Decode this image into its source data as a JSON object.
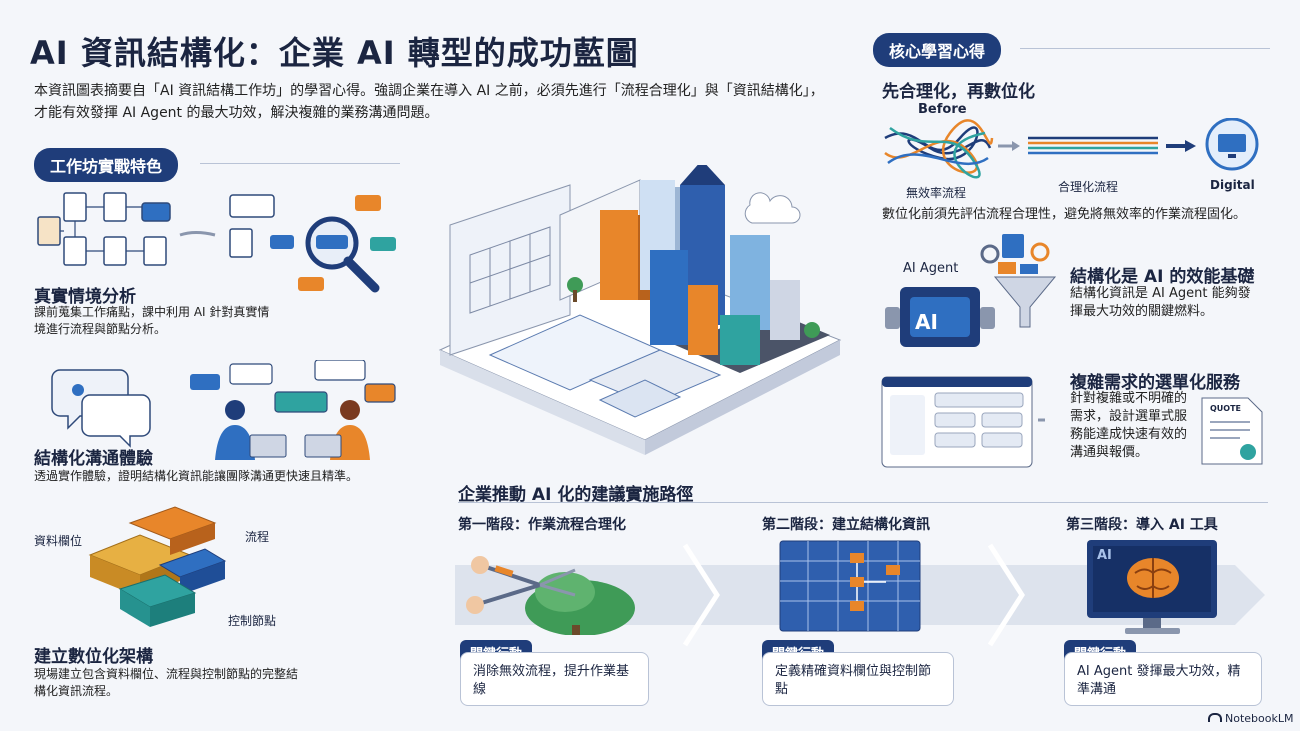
{
  "header": {
    "title": "AI 資訊結構化：企業 AI 轉型的成功藍圖",
    "intro": "本資訊圖表摘要自「AI 資訊結構工作坊」的學習心得。強調企業在導入 AI 之前，必須先進行「流程合理化」與「資訊結構化」，才能有效發揮 AI Agent 的最大功效，解決複雜的業務溝通問題。"
  },
  "workshop": {
    "pill": "工作坊實戰特色",
    "items": [
      {
        "title": "真實情境分析",
        "desc": "課前蒐集工作痛點，課中利用 AI 針對真實情境進行流程與節點分析。"
      },
      {
        "title": "結構化溝通體驗",
        "desc": "透過實作體驗，證明結構化資訊能讓團隊溝通更快速且精準。"
      },
      {
        "title": "建立數位化架構",
        "desc": "現場建立包含資料欄位、流程與控制節點的完整結構化資訊流程。"
      }
    ],
    "puzzle_labels": {
      "fields": "資料欄位",
      "flow": "流程",
      "control": "控制節點"
    }
  },
  "core": {
    "pill": "核心學習心得",
    "first": {
      "title": "先合理化，再數位化",
      "before": "Before",
      "tangled": "無效率流程",
      "rational": "合理化流程",
      "digital": "Digital",
      "desc": "數位化前須先評估流程合理性，避免將無效率的作業流程固化。"
    },
    "second": {
      "title": "結構化是 AI 的效能基礎",
      "agent_label": "AI Agent",
      "engine_text": "AI",
      "desc": "結構化資訊是 AI Agent 能夠發揮最大功效的關鍵燃料。"
    },
    "third": {
      "title": "複雜需求的選單化服務",
      "quote": "QUOTE",
      "desc": "針對複雜或不明確的需求，設計選單式服務能達成快速有效的溝通與報價。"
    }
  },
  "roadmap": {
    "title": "企業推動 AI 化的建議實施路徑",
    "badge": "關鍵行動",
    "monitor_text": "AI",
    "stages": [
      {
        "title": "第一階段：作業流程合理化",
        "action": "消除無效流程，提升作業基線"
      },
      {
        "title": "第二階段：建立結構化資訊",
        "action": "定義精確資料欄位與控制節點"
      },
      {
        "title": "第三階段：導入 AI 工具",
        "action": "AI Agent 發揮最大功效，精準溝通"
      }
    ]
  },
  "footer": {
    "brand": "NotebookLM"
  },
  "colors": {
    "navy": "#1f3d7a",
    "accent": "#2f6fc1",
    "orange": "#e8862a",
    "teal": "#2fa3a0"
  }
}
